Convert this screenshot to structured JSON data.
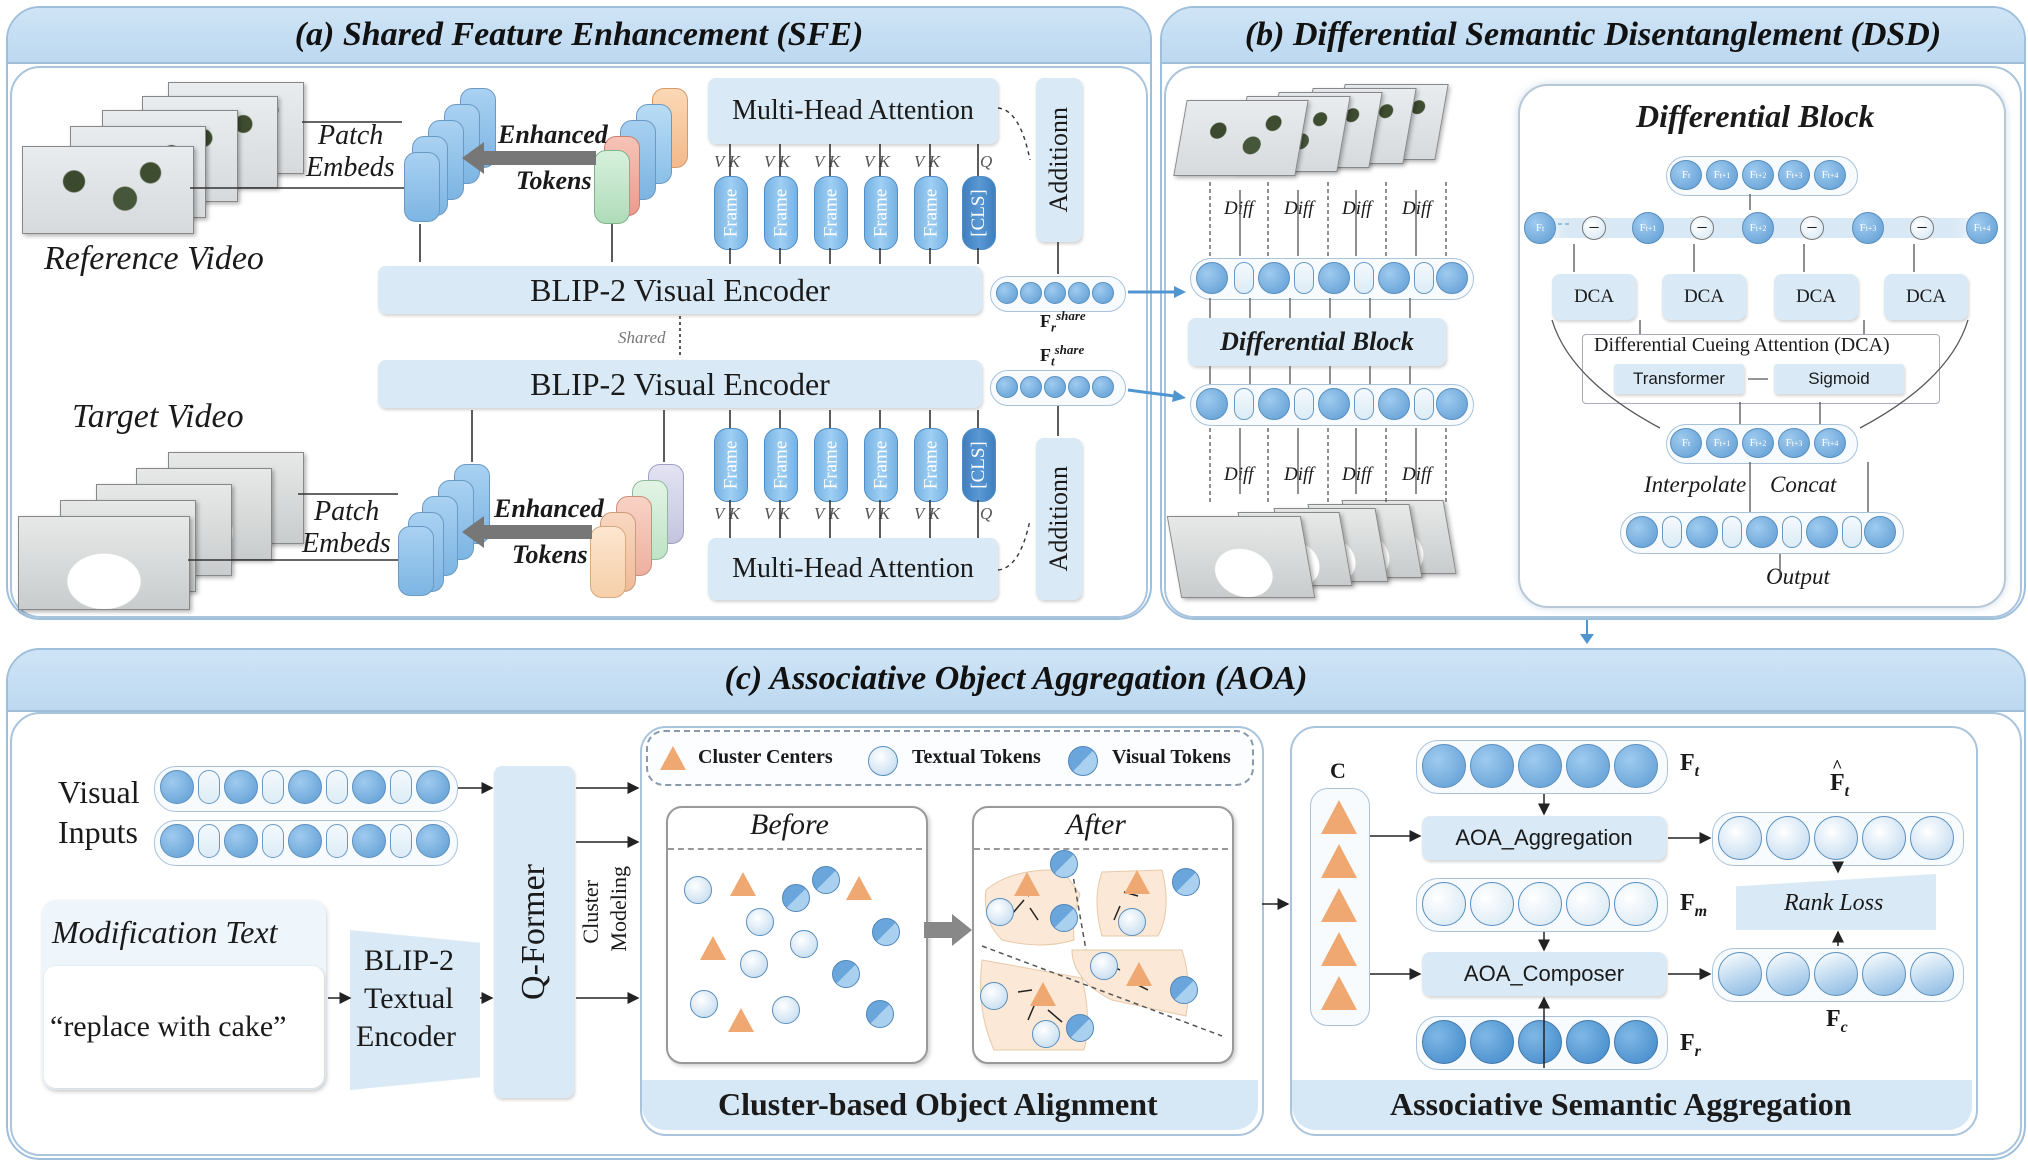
{
  "sfe": {
    "title": "(a) Shared Feature Enhancement (SFE)",
    "reference_video": "Reference Video",
    "target_video": "Target Video",
    "patch_embeds_line1": "Patch",
    "patch_embeds_line2": "Embeds",
    "enhanced": "Enhanced",
    "tokens": "Tokens",
    "mha": "Multi-Head Attention",
    "addition": "Additionn",
    "encoder": "BLIP-2 Visual Encoder",
    "shared": "Shared",
    "frame": "Frame",
    "cls": "[CLS]",
    "v": "V",
    "k": "K",
    "q": "Q",
    "f_r": "F",
    "f_r_sub": "r",
    "f_t_sub": "t",
    "share_sup": "share"
  },
  "dsd": {
    "title": "(b) Differential Semantic Disentanglement (DSD)",
    "diff": "Diff",
    "block_label": "Differential Block",
    "block_title": "Differential Block",
    "f_base": "F",
    "f_sups": [
      "t",
      "t+1",
      "t+2",
      "t+3",
      "t+4"
    ],
    "dca": "DCA",
    "dca_full": "Differential Cueing Attention (DCA)",
    "transformer": "Transformer",
    "sigmoid": "Sigmoid",
    "interpolate": "Interpolate",
    "concat": "Concat",
    "output": "Output"
  },
  "aoa": {
    "title": "(c) Associative Object Aggregation (AOA)",
    "visual_inputs_1": "Visual",
    "visual_inputs_2": "Inputs",
    "modification_text": "Modification Text",
    "modification_example": "“replace with cake”",
    "textual_encoder_1": "BLIP-2",
    "textual_encoder_2": "Textual",
    "textual_encoder_3": "Encoder",
    "qformer": "Q-Former",
    "cluster_modeling_1": "Cluster",
    "cluster_modeling_2": "Modeling",
    "legend_centers": "Cluster Centers",
    "legend_textual": "Textual Tokens",
    "legend_visual": "Visual Tokens",
    "before": "Before",
    "after": "After",
    "alignment_title": "Cluster-based Object Alignment",
    "aggregation_title": "Associative Semantic Aggregation",
    "c_label": "C",
    "aoa_aggregation": "AOA_Aggregation",
    "aoa_composer": "AOA_Composer",
    "rank_loss": "Rank Loss",
    "ft": "F",
    "ft_sub": "t",
    "fm_sub": "m",
    "fr_sub": "r",
    "ft_hat_sub": "t",
    "fc_sub": "c"
  },
  "colors": {
    "panel_header": "#c3dcf1",
    "token_blue": "#6aa6dc",
    "box_fill": "#d9eaf6",
    "cluster_orange": "#f0a872"
  }
}
